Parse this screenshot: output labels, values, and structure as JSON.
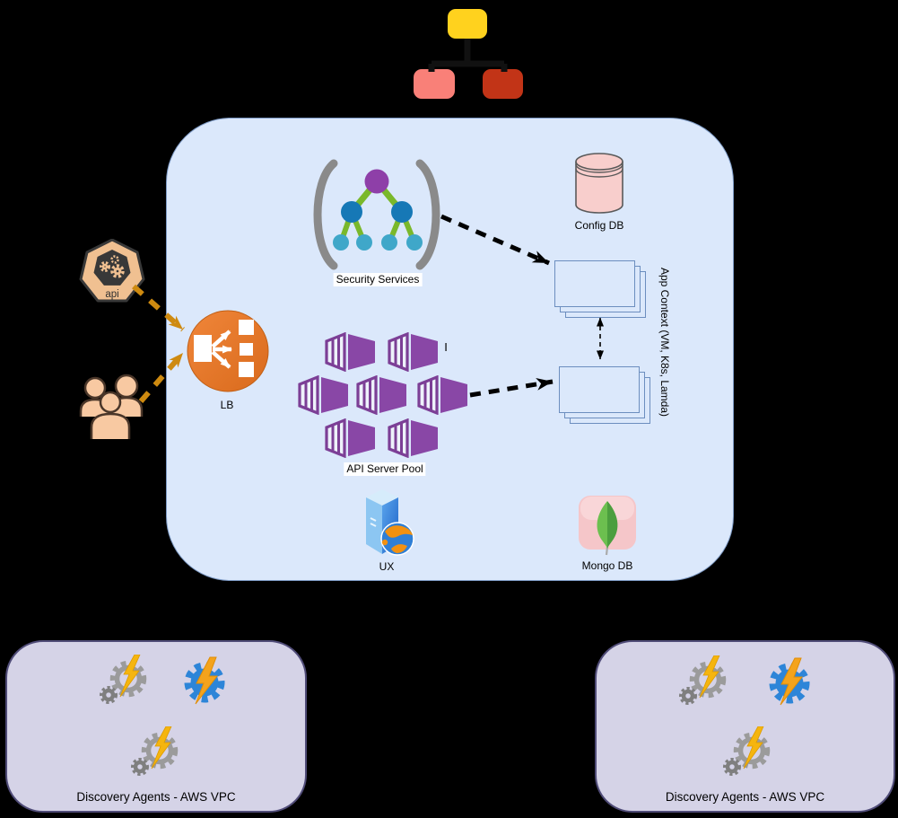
{
  "labels": {
    "security_services": "Security Services",
    "config_db": "Config DB",
    "app_context": "App Context (VM, K8s, Lamda)",
    "api_server_pool": "API Server Pool",
    "stray": "I",
    "lb": "LB",
    "ux": "UX",
    "mongo_db": "Mongo DB",
    "api": "api",
    "discovery_left": "Discovery Agents - AWS VPC",
    "discovery_right": "Discovery Agents - AWS VPC"
  },
  "colors": {
    "background": "#000000",
    "container_fill": "#dbe8fb",
    "container_border": "#6c8ebf",
    "vpc_fill": "#d5d3e7",
    "vpc_border": "#504c78",
    "root_node": "#ffd21e",
    "child_node_left": "#f98078",
    "child_node_right": "#c23417",
    "lb_orange": "#e8792b",
    "pool_purple": "#8947a6",
    "config_db_pink": "#f8cecc",
    "mongo_pink": "#f5c6c9",
    "mongo_leaf_green": "#6cbf4f",
    "arrow_orange": "#ce8a10",
    "gear_gray": "#9b9b9b",
    "gear_blue": "#2d85d8",
    "bolt_yellow": "#f5b50f"
  }
}
